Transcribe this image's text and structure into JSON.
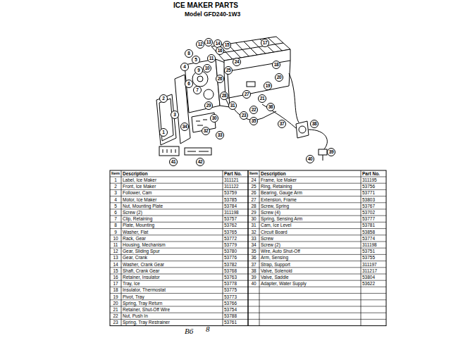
{
  "diagram": {
    "title": "ICE MAKER PARTS",
    "labels": [
      "Model GFD240-1W3",
      "1",
      "2",
      "3",
      "4",
      "5",
      "6",
      "7",
      "8",
      "9",
      "10",
      "11",
      "12",
      "13",
      "14",
      "15",
      "16",
      "17",
      "18",
      "19",
      "20",
      "21",
      "22",
      "23",
      "24",
      "25",
      "26",
      "27",
      "28",
      "29",
      "30",
      "31",
      "32",
      "33",
      "34",
      "35",
      "36",
      "37",
      "38",
      "39",
      "40",
      "41",
      "42",
      "Item",
      "Description",
      "Part No.",
      "Item",
      "Description",
      "Part No.",
      "1",
      "Label, Ice Maker",
      "311121",
      "2",
      "Front, Ice Maker",
      "311122",
      "3",
      "Follower, Cam",
      "53759",
      "4",
      "Motor, Ice Maker",
      "53785",
      "5",
      "Nut, Mounting Plate",
      "53784",
      "6",
      "Screw (2)",
      "311198",
      "7",
      "Clip, Retaining",
      "53757",
      "8",
      "Plate, Mounting",
      "53762",
      "9",
      "Washer, Flat",
      "53765",
      "10",
      "Rack, Gear",
      "53772",
      "11",
      "Housing, Mechanism",
      "53779",
      "12",
      "Gear, Sliding Spur",
      "53780",
      "13",
      "Gear, Crank",
      "53776",
      "14",
      "Washer, Crank Gear",
      "53782",
      "15",
      "Shaft, Crank Gear",
      "53768",
      "16",
      "Retainer, Insulator",
      "53763",
      "17",
      "Tray, Ice",
      "53778",
      "18",
      "Insulator, Thermostat",
      "53775",
      "19",
      "Pivot, Tray",
      "53773",
      "20",
      "Spring, Tray Return",
      "53766",
      "21",
      "Retainer, Shut-Off Wire",
      "53754",
      "22",
      "Nut, Push In",
      "53788",
      "23",
      "Spring, Tray Restrainer",
      "53761",
      "24",
      "Frame, Ice Maker",
      "311195",
      "25",
      "Ring, Retaining",
      "53756",
      "26",
      "Bearing, Gauge Arm",
      "53771",
      "27",
      "Extension, Frame",
      "53803",
      "28",
      "Screw, Spring",
      "53767",
      "29",
      "Screw (4)",
      "53702",
      "30",
      "Spring, Sensing Arm",
      "53777",
      "31",
      "Cam, Ice Level",
      "53781",
      "32",
      "Circuit Board",
      "53858",
      "33",
      "Screw",
      "53774",
      "34",
      "Screw (2)",
      "311198",
      "35",
      "Wire, Auto Shut-Off",
      "53751",
      "36",
      "Arm, Sensing",
      "53755",
      "37",
      "Strap, Support",
      "311197",
      "38",
      "Valve, Solenoid",
      "311217",
      "39",
      "Valve, Saddle",
      "53804",
      "40",
      "Adapter, Water Supply",
      "53622",
      "B6",
      "8"
    ]
  }
}
